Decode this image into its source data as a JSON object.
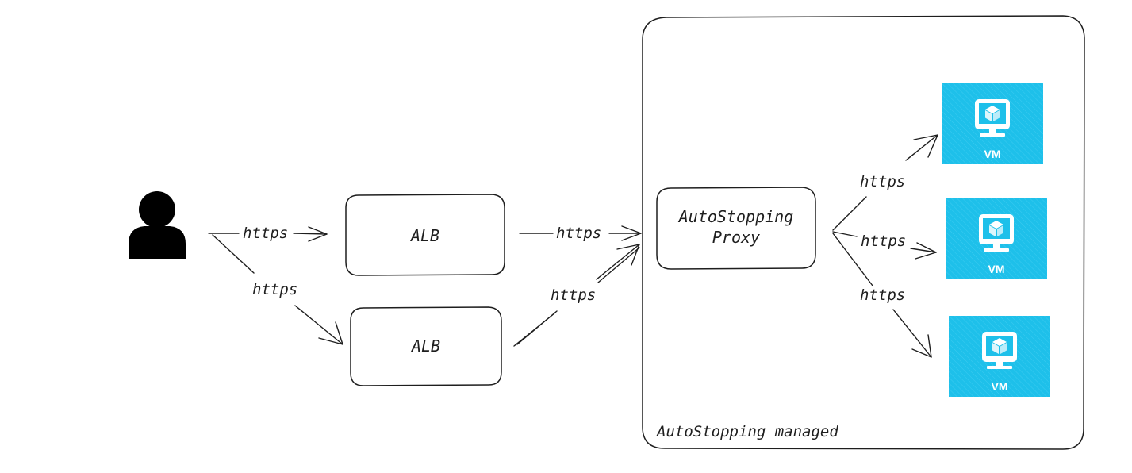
{
  "user": {
    "icon": "user-icon"
  },
  "edges": {
    "user_to_alb_top": "https",
    "user_to_alb_bottom": "https",
    "alb_top_to_proxy": "https",
    "alb_bottom_to_proxy": "https",
    "proxy_to_vm_1": "https",
    "proxy_to_vm_2": "https",
    "proxy_to_vm_3": "https"
  },
  "nodes": {
    "alb_top": "ALB",
    "alb_bottom": "ALB",
    "proxy_line1": "AutoStopping",
    "proxy_line2": "Proxy"
  },
  "managed_group": {
    "label": "AutoStopping managed"
  },
  "vms": [
    {
      "label": "VM",
      "icon": "monitor-cube-icon"
    },
    {
      "label": "VM",
      "icon": "monitor-cube-icon"
    },
    {
      "label": "VM",
      "icon": "monitor-cube-icon"
    }
  ],
  "colors": {
    "vm_fill": "#1ec0ea",
    "proxy_fill": "#d4e6f5",
    "group_fill": "#f1f2f3",
    "ink": "#1e1e1e"
  }
}
